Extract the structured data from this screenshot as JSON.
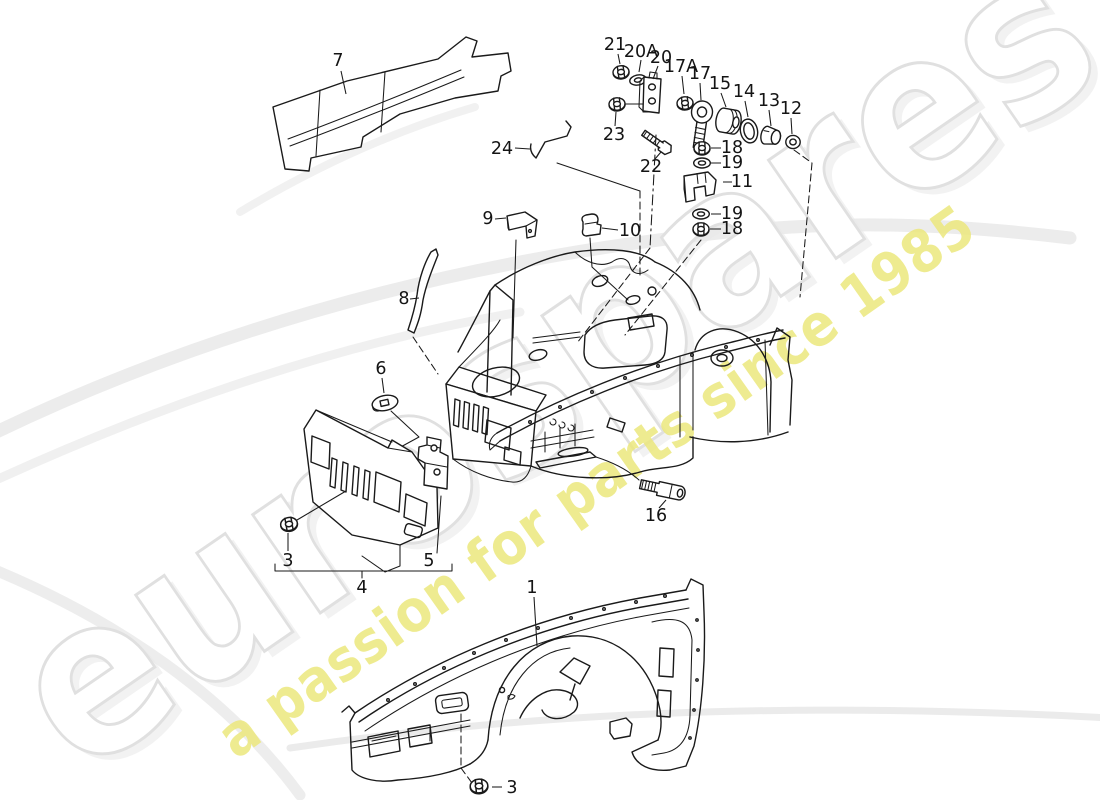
{
  "page": {
    "background_color": "#ffffff",
    "line_color": "#1a1a1a",
    "label_color": "#141414"
  },
  "watermark": {
    "brand": "eurospares",
    "brand_fill": "#ffffff",
    "brand_outline": "#e0e0e0",
    "brand_shadow": "#e9e9e9",
    "tagline": "a passion for parts since 1985",
    "tagline_color": "#ece87d"
  },
  "parts": {
    "p1": "1",
    "p3": "3",
    "p4": "4",
    "p5": "5",
    "p6": "6",
    "p7": "7",
    "p8": "8",
    "p9": "9",
    "p10": "10",
    "p11": "11",
    "p12": "12",
    "p13": "13",
    "p14": "14",
    "p15": "15",
    "p16": "16",
    "p17": "17",
    "p17a": "17A",
    "p18": "18",
    "p19": "19",
    "p20": "20",
    "p20a": "20A",
    "p21": "21",
    "p22": "22",
    "p23": "23",
    "p24": "24"
  }
}
